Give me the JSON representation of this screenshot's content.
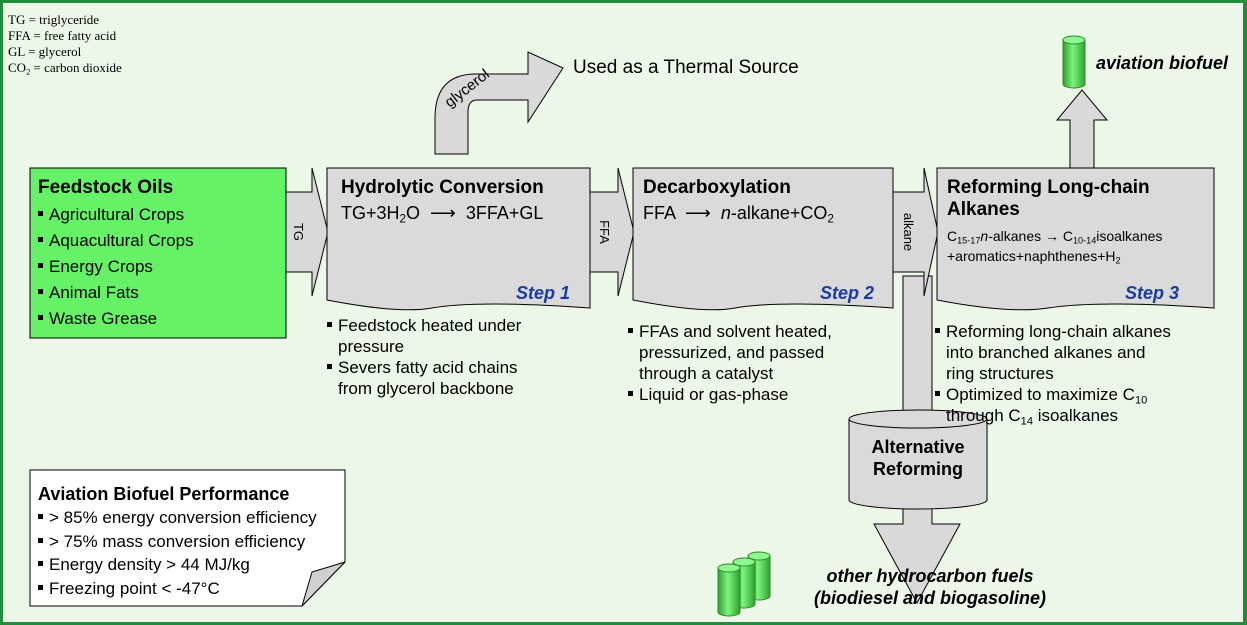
{
  "legend": [
    {
      "pre": "TG = triglyceride"
    },
    {
      "pre": "FFA = free fatty acid"
    },
    {
      "pre": "GL = glycerol"
    },
    {
      "pre": "CO",
      "sub": "2",
      "post": " = carbon dioxide"
    }
  ],
  "feedstock": {
    "title": "Feedstock Oils",
    "items": [
      "Agricultural Crops",
      "Aquacultural Crops",
      "Energy Crops",
      "Animal Fats",
      "Waste Grease"
    ]
  },
  "arrows": {
    "tg": "TG",
    "ffa": "FFA",
    "alkane": "alkane",
    "glycerol": "glycerol"
  },
  "thermal_source": "Used as a Thermal Source",
  "step1": {
    "title": "Hydrolytic Conversion",
    "eq_a": "TG+3H",
    "eq_sub": "2",
    "eq_b": "O  ⟶  3FFA+GL",
    "label": "Step 1",
    "bullets": [
      "Feedstock heated under",
      "pressure",
      "Severs fatty acid chains",
      "from glycerol backbone"
    ]
  },
  "step2": {
    "title": "Decarboxylation",
    "eq_a": "FFA  ⟶  ",
    "eq_italic": "n",
    "eq_b": "-alkane+CO",
    "eq_sub": "2",
    "label": "Step 2",
    "bullets": [
      "FFAs and solvent heated,",
      "pressurized, and passed",
      "through a catalyst",
      "Liquid or gas-phase"
    ]
  },
  "step3": {
    "title1": "Reforming Long-chain",
    "title2": "Alkanes",
    "eq1_a": "C",
    "eq1_sub1": "15-17",
    "eq1_italic": "n",
    "eq1_b": "-alkanes → C",
    "eq1_sub2": "10-14",
    "eq1_c": "isoalkanes",
    "eq2_a": "+aromatics+naphthenes+H",
    "eq2_sub": "2",
    "label": "Step 3",
    "b1_l1": "Reforming long-chain alkanes",
    "b1_l2": "into branched alkanes and",
    "b1_l3": "ring structures",
    "b2_l1a": "Optimized to maximize C",
    "b2_sub1": "10",
    "b2_l2a": "through C",
    "b2_sub2": "14",
    "b2_l2b": " isoalkanes"
  },
  "alt": {
    "line1": "Alternative",
    "line2": "Reforming"
  },
  "aviation_biofuel": "aviation biofuel",
  "other_fuels": {
    "line1": "other hydrocarbon fuels",
    "line2": "(biodiesel and biogasoline)"
  },
  "performance": {
    "title": "Aviation Biofuel Performance",
    "items": [
      "> 85% energy conversion efficiency",
      "> 75% mass conversion efficiency",
      "Energy density > 44 MJ/kg",
      "Freezing point < -47°C"
    ]
  },
  "colors": {
    "background": "#edf7e8",
    "border": "#218c3c",
    "feedstock_fill": "#66f266",
    "box_fill": "#dadada",
    "arrow_fill": "#d9d9d9",
    "step_label": "#1a3c9e",
    "cylinder": "#5ce65c",
    "cylinder_dark": "#2fa02f"
  },
  "icons": [
    "fuel-cylinder-icon",
    "fuel-cylinders-group-icon"
  ]
}
